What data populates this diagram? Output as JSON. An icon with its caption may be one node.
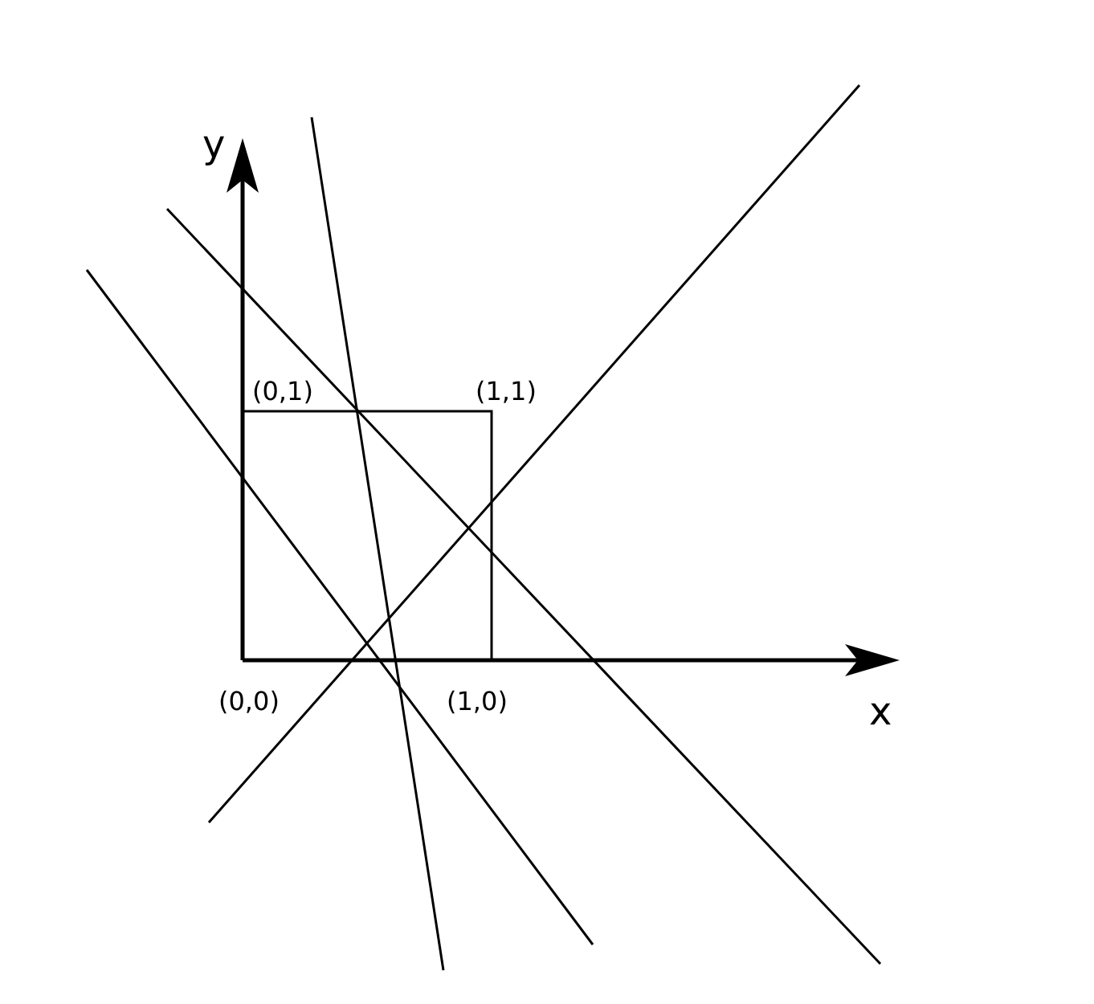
{
  "diagram": {
    "labels": [
      "y",
      "(0,1)",
      "(1,1)",
      "(0,0)",
      "(1,0)",
      "x"
    ]
  }
}
